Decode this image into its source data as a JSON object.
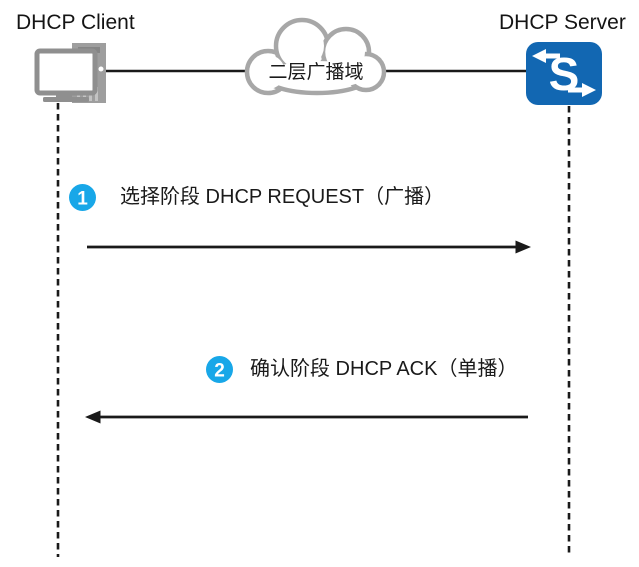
{
  "diagram": {
    "client_label": "DHCP Client",
    "server_label": "DHCP Server",
    "cloud_label": "二层广播域",
    "server_icon_letter": "S",
    "messages": [
      {
        "step": "1",
        "label": "选择阶段 DHCP REQUEST（广播）",
        "direction": "client-to-server",
        "arrow": "right"
      },
      {
        "step": "2",
        "label": "确认阶段 DHCP ACK（单播）",
        "direction": "server-to-client",
        "arrow": "left"
      }
    ],
    "colors": {
      "badge_blue": "#18a7e8",
      "switch_blue": "#1267b2",
      "cloud_gray": "#a7a7a7",
      "device_gray": "#9e9e9e",
      "line_ink": "#1a1a1a"
    }
  }
}
